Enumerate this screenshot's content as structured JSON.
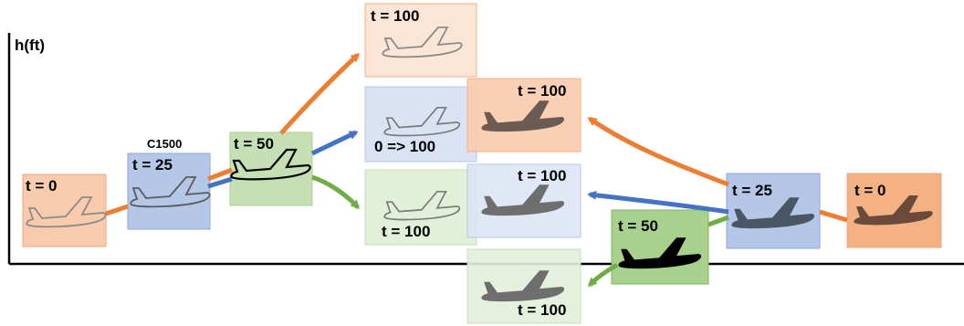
{
  "axis": {
    "y_label": "h(ft)"
  },
  "colors": {
    "orange_arrow": "#ED7D31",
    "blue_arrow": "#4472C4",
    "green_arrow": "#70AD47",
    "axis": "#000000"
  },
  "left_sequence": [
    {
      "id": "t0",
      "label": "t = 0",
      "fill": "#F8CBAD",
      "border": "#E8A882",
      "plane": "outline-gray"
    },
    {
      "id": "t25",
      "label": "t = 25",
      "tag": "C1500",
      "fill": "#B4C7E7",
      "border": "#8FAADC",
      "plane": "outline-gray"
    },
    {
      "id": "t50",
      "label": "t = 50",
      "fill": "#C5E0B4",
      "border": "#A9D18E",
      "plane": "outline-black"
    },
    {
      "id": "top",
      "label": "t = 100",
      "fill": "#FBE5D6",
      "border": "#F4B183",
      "plane": "outline-gray"
    },
    {
      "id": "mid",
      "label": "0 => 100",
      "fill": "#DAE3F3",
      "border": "#B4C7E7",
      "plane": "outline-gray"
    },
    {
      "id": "low",
      "label": "t = 100",
      "fill": "#E2F0D9",
      "border": "#C5E0B4",
      "plane": "outline-gray"
    }
  ],
  "right_sequence": [
    {
      "id": "r_t0",
      "label": "t = 0",
      "fill": "#F4B183",
      "border": "#E8A882",
      "plane": "solid-brown"
    },
    {
      "id": "r_t25",
      "label": "t = 25",
      "fill": "#B4C7E7",
      "border": "#8FAADC",
      "plane": "solid-slate"
    },
    {
      "id": "r_t50",
      "label": "t = 50",
      "fill": "#A9D18E",
      "border": "#7FB35F",
      "plane": "solid-black"
    },
    {
      "id": "r_top",
      "label": "t = 100",
      "fill": "#F8CBAD",
      "border": "#F4B183",
      "plane": "solid-brown"
    },
    {
      "id": "r_mid",
      "label": "t = 100",
      "fill": "#DAE3F3",
      "border": "#B4C7E7",
      "plane": "solid-gray"
    },
    {
      "id": "r_low",
      "label": "t = 100",
      "fill": "#E2F0D9",
      "border": "#C5E0B4",
      "plane": "solid-gray"
    }
  ]
}
